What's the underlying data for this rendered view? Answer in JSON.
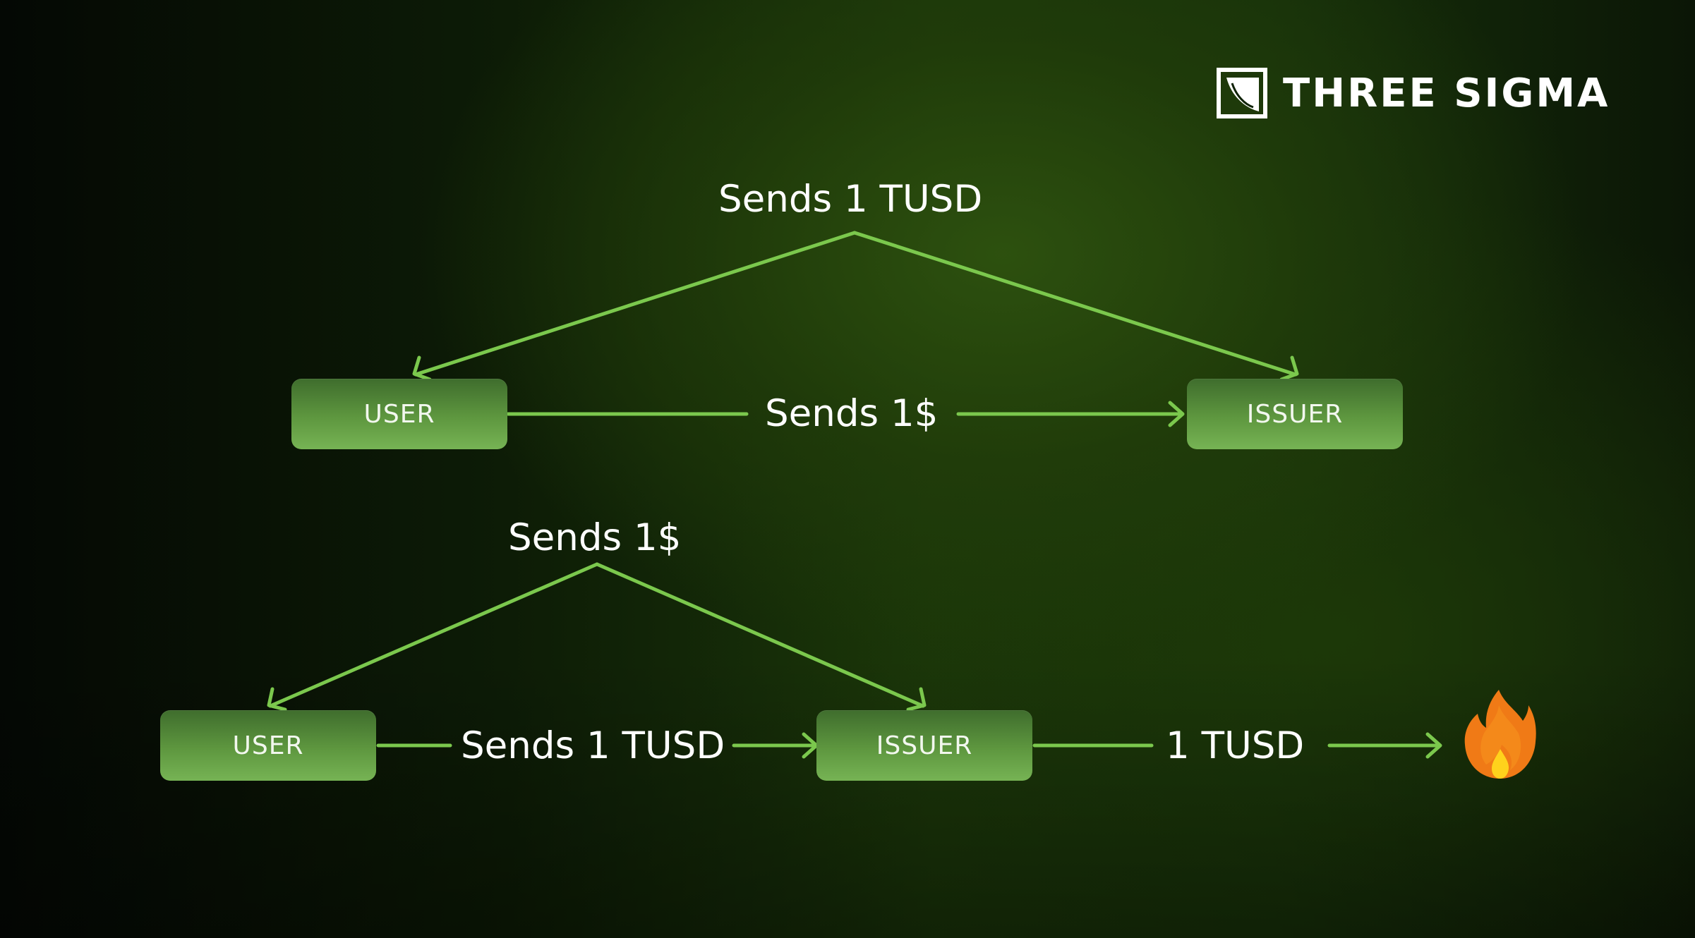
{
  "brand": {
    "name": "THREE SIGMA"
  },
  "colors": {
    "arrow": "#7bc84d",
    "node_top": "#3f6d2d",
    "node_bottom": "#76b354",
    "text": "#ffffff",
    "fire_outer": "#f07a16",
    "fire_inner": "#ffd21c"
  },
  "top_flow": {
    "user_label": "USER",
    "issuer_label": "ISSUER",
    "main_arrow_label": "Sends 1$",
    "return_label": "Sends 1 TUSD"
  },
  "bottom_flow": {
    "user_label": "USER",
    "issuer_label": "ISSUER",
    "main_arrow_label": "Sends 1 TUSD",
    "split_label": "Sends 1$",
    "burn_label": "1 TUSD",
    "burn_icon": "fire-icon"
  }
}
